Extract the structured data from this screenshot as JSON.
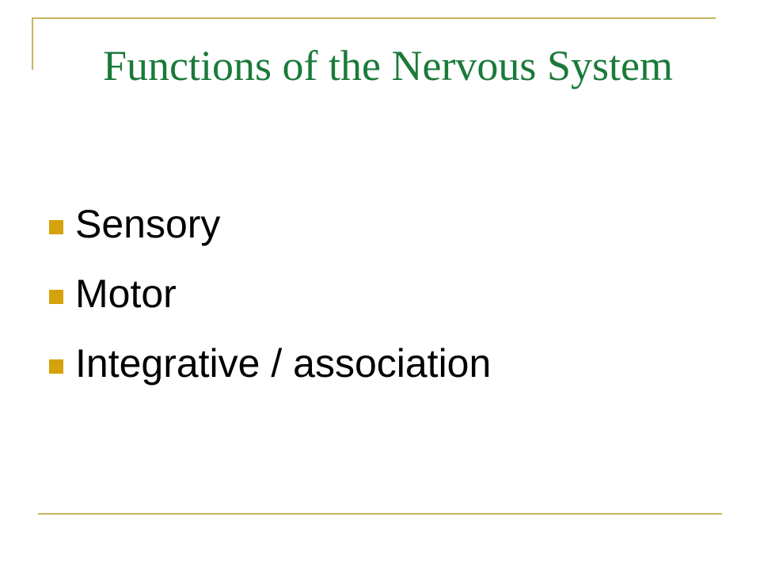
{
  "slide": {
    "title": "Functions of the Nervous System",
    "bullets": [
      {
        "text": "Sensory"
      },
      {
        "text": "Motor"
      },
      {
        "text": "Integrative / association"
      }
    ]
  },
  "theme": {
    "background": "#ffffff",
    "title_color": "#1a7a3a",
    "accent_rule_color": "#c8b464",
    "bullet_marker_color": "#d4a20a",
    "bullet_marker_shape": "square-bullet-icon"
  }
}
